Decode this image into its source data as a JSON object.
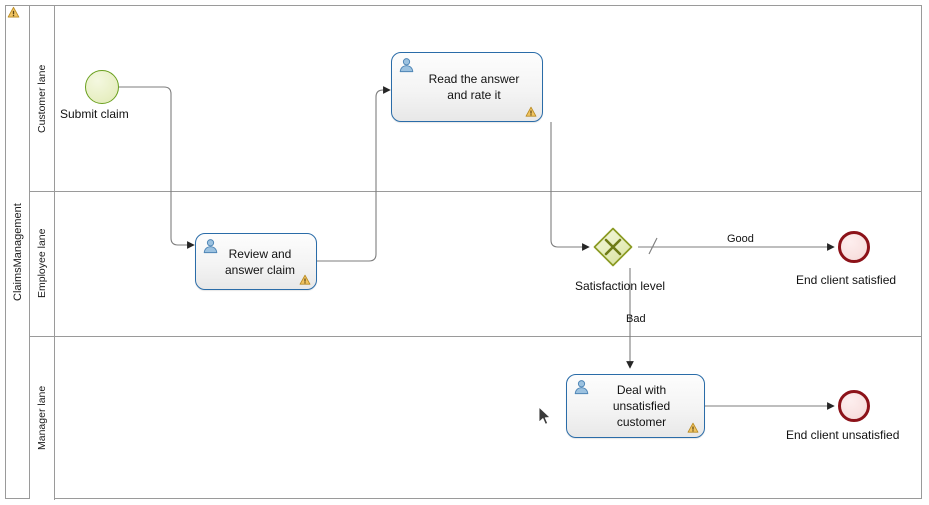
{
  "pool": {
    "label": "ClaimsManagement",
    "warning_icon": "warning-icon",
    "lanes": [
      {
        "label": "Customer lane"
      },
      {
        "label": "Employee lane"
      },
      {
        "label": "Manager lane"
      }
    ]
  },
  "nodes": {
    "start_event": {
      "label": "Submit claim",
      "type": "start-event",
      "stroke": "#6aa01e",
      "fill": "#e9f0c6"
    },
    "review_task": {
      "label": "Review and\nanswer claim",
      "type": "user-task",
      "icon": "user-icon",
      "warning_icon": "warning-icon"
    },
    "read_task": {
      "label": "Read the answer\nand rate it",
      "type": "user-task",
      "icon": "user-icon",
      "warning_icon": "warning-icon"
    },
    "gateway": {
      "label": "Satisfaction level",
      "type": "exclusive-gateway",
      "marker": "X",
      "stroke": "#8a9a22",
      "fill": "#e7eec0"
    },
    "deal_task": {
      "label": "Deal with\nunsatisfied\ncustomer",
      "type": "user-task",
      "icon": "user-icon",
      "warning_icon": "warning-icon"
    },
    "end_satisfied": {
      "label": "End client satisfied",
      "type": "end-event",
      "stroke": "#8c1219",
      "fill": "#f9e2e1"
    },
    "end_unsatisfied": {
      "label": "End client unsatisfied",
      "type": "end-event",
      "stroke": "#8c1219",
      "fill": "#f9e2e1"
    }
  },
  "flows": {
    "good": {
      "label": "Good"
    },
    "bad": {
      "label": "Bad"
    }
  },
  "cursor": {
    "name": "mouse-pointer"
  },
  "colors": {
    "task_border": "#2a6ca8",
    "lane_border": "#9a9a9a",
    "connector": "#7d7d7d",
    "warning": "#e8b63a"
  }
}
